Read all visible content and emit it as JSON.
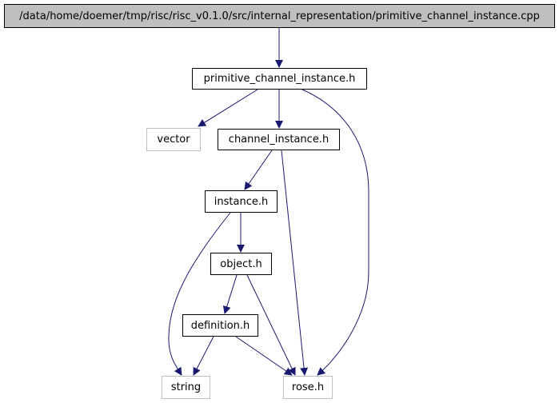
{
  "graph": {
    "root": "/data/home/doemer/tmp/risc/risc_v0.1.0/src/internal_representation/primitive_channel_instance.cpp",
    "files": {
      "primitive_channel_instance_h": "primitive_channel_instance.h",
      "vector": "vector",
      "channel_instance_h": "channel_instance.h",
      "instance_h": "instance.h",
      "object_h": "object.h",
      "definition_h": "definition.h",
      "string": "string",
      "rose_h": "rose.h"
    },
    "edges": [
      [
        "root",
        "primitive_channel_instance_h"
      ],
      [
        "primitive_channel_instance_h",
        "vector"
      ],
      [
        "primitive_channel_instance_h",
        "channel_instance_h"
      ],
      [
        "primitive_channel_instance_h",
        "rose_h"
      ],
      [
        "channel_instance_h",
        "instance_h"
      ],
      [
        "channel_instance_h",
        "rose_h"
      ],
      [
        "instance_h",
        "object_h"
      ],
      [
        "instance_h",
        "string"
      ],
      [
        "object_h",
        "definition_h"
      ],
      [
        "object_h",
        "rose_h"
      ],
      [
        "definition_h",
        "string"
      ],
      [
        "definition_h",
        "rose_h"
      ]
    ],
    "colors": {
      "edge": "#191970",
      "root_fill": "#bfbfbf",
      "node_border": "#000000",
      "external_border": "#bfbfbf"
    }
  }
}
